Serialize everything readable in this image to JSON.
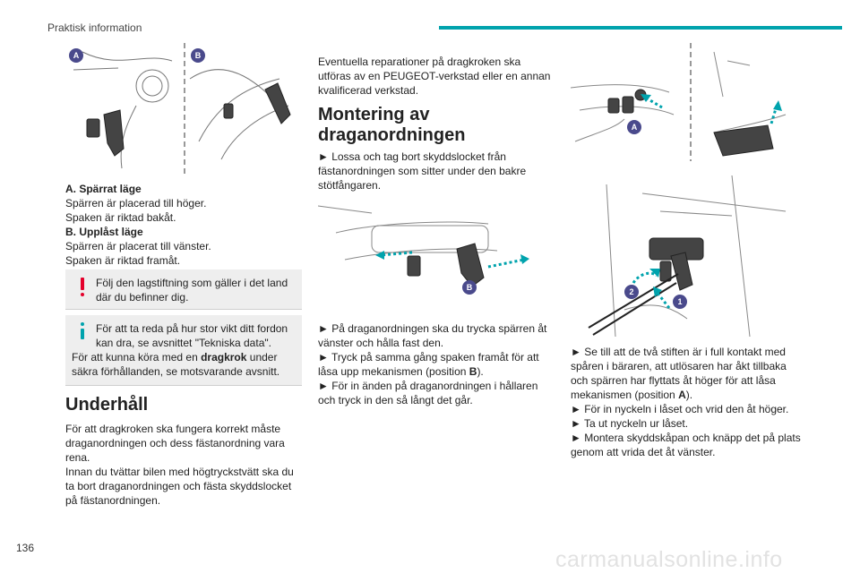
{
  "header": {
    "section_title": "Praktisk information",
    "accent_color": "#00A3AD"
  },
  "page_number": "136",
  "watermark": "carmanualsonline.info",
  "colors": {
    "text": "#222222",
    "warning": "#E4002B",
    "info": "#00A3AD",
    "callout": "#4A4A8C",
    "box": "#EEEEEE"
  },
  "col1": {
    "fig_labels": [
      "A",
      "B"
    ],
    "lock_a_title": "A. Spärrat läge",
    "lock_a_line1": "Spärren är placerad till höger.",
    "lock_a_line2": "Spaken är riktad bakåt.",
    "lock_b_title": "B. Upplåst läge",
    "lock_b_line1": "Spärren är placerat till vänster.",
    "lock_b_line2": "Spaken är riktad framåt.",
    "warning_l1": "Följ den lagstiftning som gäller i det land",
    "warning_l2": "där du befinner dig.",
    "info_l1": "För att ta reda på hur stor vikt ditt fordon",
    "info_l2": "kan dra, se avsnittet \"Tekniska data\".",
    "info_l3_pre": "För att kunna köra med en ",
    "info_l3_bold": "dragkrok",
    "info_l3_post": " under",
    "info_l4": "säkra förhållanden, se motsvarande avsnitt.",
    "maint_heading": "Underhåll",
    "maint_l1": "För att dragkroken ska fungera korrekt måste",
    "maint_l2": "draganordningen och dess fästanordning vara",
    "maint_l3": "rena.",
    "maint_l4": "Innan du tvättar bilen med högtryckstvätt ska du",
    "maint_l5": "ta bort draganordningen och fästa skyddslocket",
    "maint_l6": "på fästanordningen."
  },
  "col2": {
    "intro_l1": "Eventuella reparationer på dragkroken ska",
    "intro_l2": "utföras av en PEUGEOT-verkstad eller en annan",
    "intro_l3": "kvalificerad verkstad.",
    "heading_l1": "Montering av",
    "heading_l2": "draganordningen",
    "s1_l1": "► Lossa och tag bort skyddslocket från",
    "s1_l2": "fästanordningen som sitter under den bakre",
    "s1_l3": "stötfångaren.",
    "fig_label": "B",
    "s2_l1": "► På draganordningen ska du trycka spärren åt",
    "s2_l2": "vänster och hålla fast den.",
    "s3_l1": "► Tryck på samma gång spaken framåt för att",
    "s3_l2_pre": "låsa upp mekanismen (position ",
    "s3_l2_bold": "B",
    "s3_l2_post": ").",
    "s4_l1": "► För in änden på draganordningen i hållaren",
    "s4_l2": "och tryck in den så långt det går."
  },
  "col3": {
    "fig1_label": "A",
    "fig2_labels": [
      "2",
      "1"
    ],
    "t1_l1": "► Se till att de två stiften är i full kontakt med",
    "t1_l2": "spåren i bäraren, att utlösaren har åkt tillbaka",
    "t1_l3": "och spärren har flyttats åt höger för att låsa",
    "t1_l4_pre": "mekanismen (position ",
    "t1_l4_bold": "A",
    "t1_l4_post": ").",
    "t2": "► För in nyckeln i låset och vrid den åt höger.",
    "t3": "► Ta ut nyckeln ur låset.",
    "t4_l1": "► Montera skyddskåpan och knäpp det på plats",
    "t4_l2": "genom att vrida det åt vänster."
  }
}
